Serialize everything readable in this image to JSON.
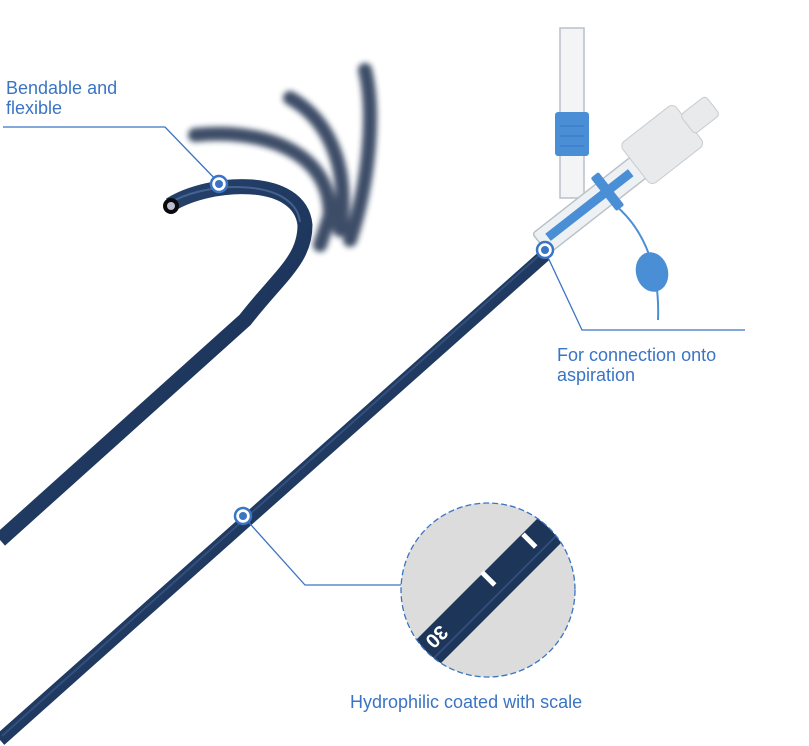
{
  "colors": {
    "catheter": "#1c3558",
    "callout": "#3a74c4",
    "accent_blue": "#4a8fd6",
    "magnifier_bg": "#dcdcdc"
  },
  "callouts": {
    "bendable": {
      "line1": "Bendable and",
      "line2": "flexible"
    },
    "connection": {
      "line1": "For connection onto",
      "line2": "aspiration"
    },
    "hydrophilic": {
      "text": "Hydrophilic coated with scale"
    }
  },
  "magnifier": {
    "scale_number": "30",
    "marks": [
      "|",
      "I"
    ]
  }
}
